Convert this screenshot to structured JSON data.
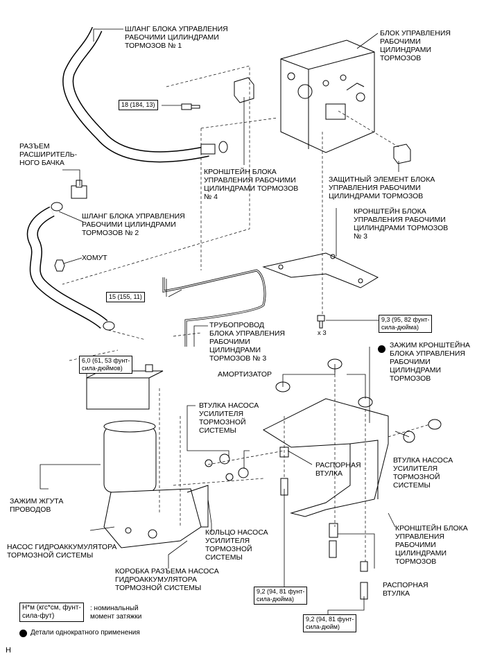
{
  "labels": {
    "hose1": "ШЛАНГ БЛОКА УПРАВЛЕНИЯ\nРАБОЧИМИ ЦИЛИНДРАМИ\nТОРМОЗОВ № 1",
    "control_block": "БЛОК УПРАВЛЕНИЯ\nРАБОЧИМИ\nЦИЛИНДРАМИ\nТОРМОЗОВ",
    "expansion_connector": "РАЗЪЕМ\nРАСШИРИТЕЛЬ-\nНОГО БАЧКА",
    "bracket4": "КРОНШТЕЙН БЛОКА\nУПРАВЛЕНИЯ РАБОЧИМИ\nЦИЛИНДРАМИ ТОРМОЗОВ\n№ 4",
    "protective_element": "ЗАЩИТНЫЙ ЭЛЕМЕНТ БЛОКА\nУПРАВЛЕНИЯ РАБОЧИМИ\nЦИЛИНДРАМИ ТОРМОЗОВ",
    "hose2": "ШЛАНГ БЛОКА УПРАВЛЕНИЯ\nРАБОЧИМИ ЦИЛИНДРАМИ\nТОРМОЗОВ № 2",
    "bracket3": "КРОНШТЕЙН БЛОКА\nУПРАВЛЕНИЯ РАБОЧИМИ\nЦИЛИНДРАМИ ТОРМОЗОВ\n№ 3",
    "clamp": "ХОМУТ",
    "pipe3": "ТРУБОПРОВОД\nБЛОКА УПРАВЛЕНИЯ\nРАБОЧИМИ\nЦИЛИНДРАМИ\nТОРМОЗОВ № 3",
    "bracket_clip": "ЗАЖИМ КРОНШТЕЙНА\nБЛОКА УПРАВЛЕНИЯ\nРАБОЧИМИ\nЦИЛИНДРАМИ\nТОРМОЗОВ",
    "shock_absorber": "АМОРТИЗАТОР",
    "pump_bushing_mid": "ВТУЛКА НАСОСА\nУСИЛИТЕЛЯ\nТОРМОЗНОЙ\nСИСТЕМЫ",
    "spacer_mid": "РАСПОРНАЯ\nВТУЛКА",
    "pump_bushing_right": "ВТУЛКА НАСОСА\nУСИЛИТЕЛЯ\nТОРМОЗНОЙ\nСИСТЕМЫ",
    "harness_clamp": "ЗАЖИМ ЖГУТА\nПРОВОДОВ",
    "pump_ring": "КОЛЬЦО НАСОСА\nУСИЛИТЕЛЯ\nТОРМОЗНОЙ\nСИСТЕМЫ",
    "bracket_main": "КРОНШТЕЙН БЛОКА\nУПРАВЛЕНИЯ\nРАБОЧИМИ\nЦИЛИНДРАМИ\nТОРМОЗОВ",
    "accumulator_pump": "НАСОС ГИДРОАККУМУЛЯТОРА\nТОРМОЗНОЙ СИСТЕМЫ",
    "junction_box": "КОРОБКА РАЗЪЕМА НАСОСА\nГИДРОАККУМУЛЯТОРА\nТОРМОЗНОЙ СИСТЕМЫ",
    "spacer_bottom": "РАСПОРНАЯ\nВТУЛКА",
    "x3": "x 3",
    "torque_legend_desc": ": номинальный\nмомент затяжки",
    "one_time_parts": "Детали однократного применения",
    "corner_code": "H"
  },
  "torque_boxes": {
    "t18": "18 (184, 13)",
    "t15": "15 (155, 11)",
    "t93": "9,3 (95, 82 фунт-\nсила-дюйма)",
    "t60": "6,0 (61, 53 фунт-\nсила-дюймов)",
    "t92a": "9,2 (94, 81 фунт-\nсила-дюйма)",
    "t92b": "9,2 (94, 81 фунт-\nсила-дюйм)",
    "legend": "Н*м (кгс*см, фунт-\nсила-фут)"
  }
}
